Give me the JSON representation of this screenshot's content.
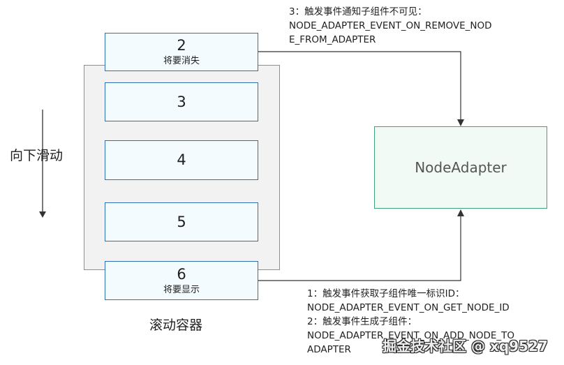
{
  "labels": {
    "scroll_direction": "向下滑动",
    "container": "滚动容器",
    "node_adapter": "NodeAdapter"
  },
  "items": [
    {
      "number": "2",
      "caption": "将要消失"
    },
    {
      "number": "3",
      "caption": ""
    },
    {
      "number": "4",
      "caption": ""
    },
    {
      "number": "5",
      "caption": ""
    },
    {
      "number": "6",
      "caption": "将要显示"
    }
  ],
  "notes": {
    "top": [
      "3：触发事件通知子组件不可见：",
      "NODE_ADAPTER_EVENT_ON_REMOVE_NOD",
      "E_FROM_ADAPTER"
    ],
    "bottom": [
      "1：触发事件获取子组件唯一标识ID：",
      "NODE_ADAPTER_EVENT_ON_GET_NODE_ID",
      "2：触发事件生成子组件：",
      "NODE_ADAPTER_EVENT_ON_ADD_NODE_TO",
      "ADAPTER"
    ]
  },
  "watermark": "掘金技术社区 @ xq9527",
  "colors": {
    "item_border": "#2f6fb5",
    "item_fill": "#f3fbfe",
    "container_fill": "#f2f2f2",
    "container_border": "#8f8f8f",
    "adapter_border": "#3aa37a",
    "adapter_fill": "#f1faf5",
    "arrow": "#333333"
  }
}
